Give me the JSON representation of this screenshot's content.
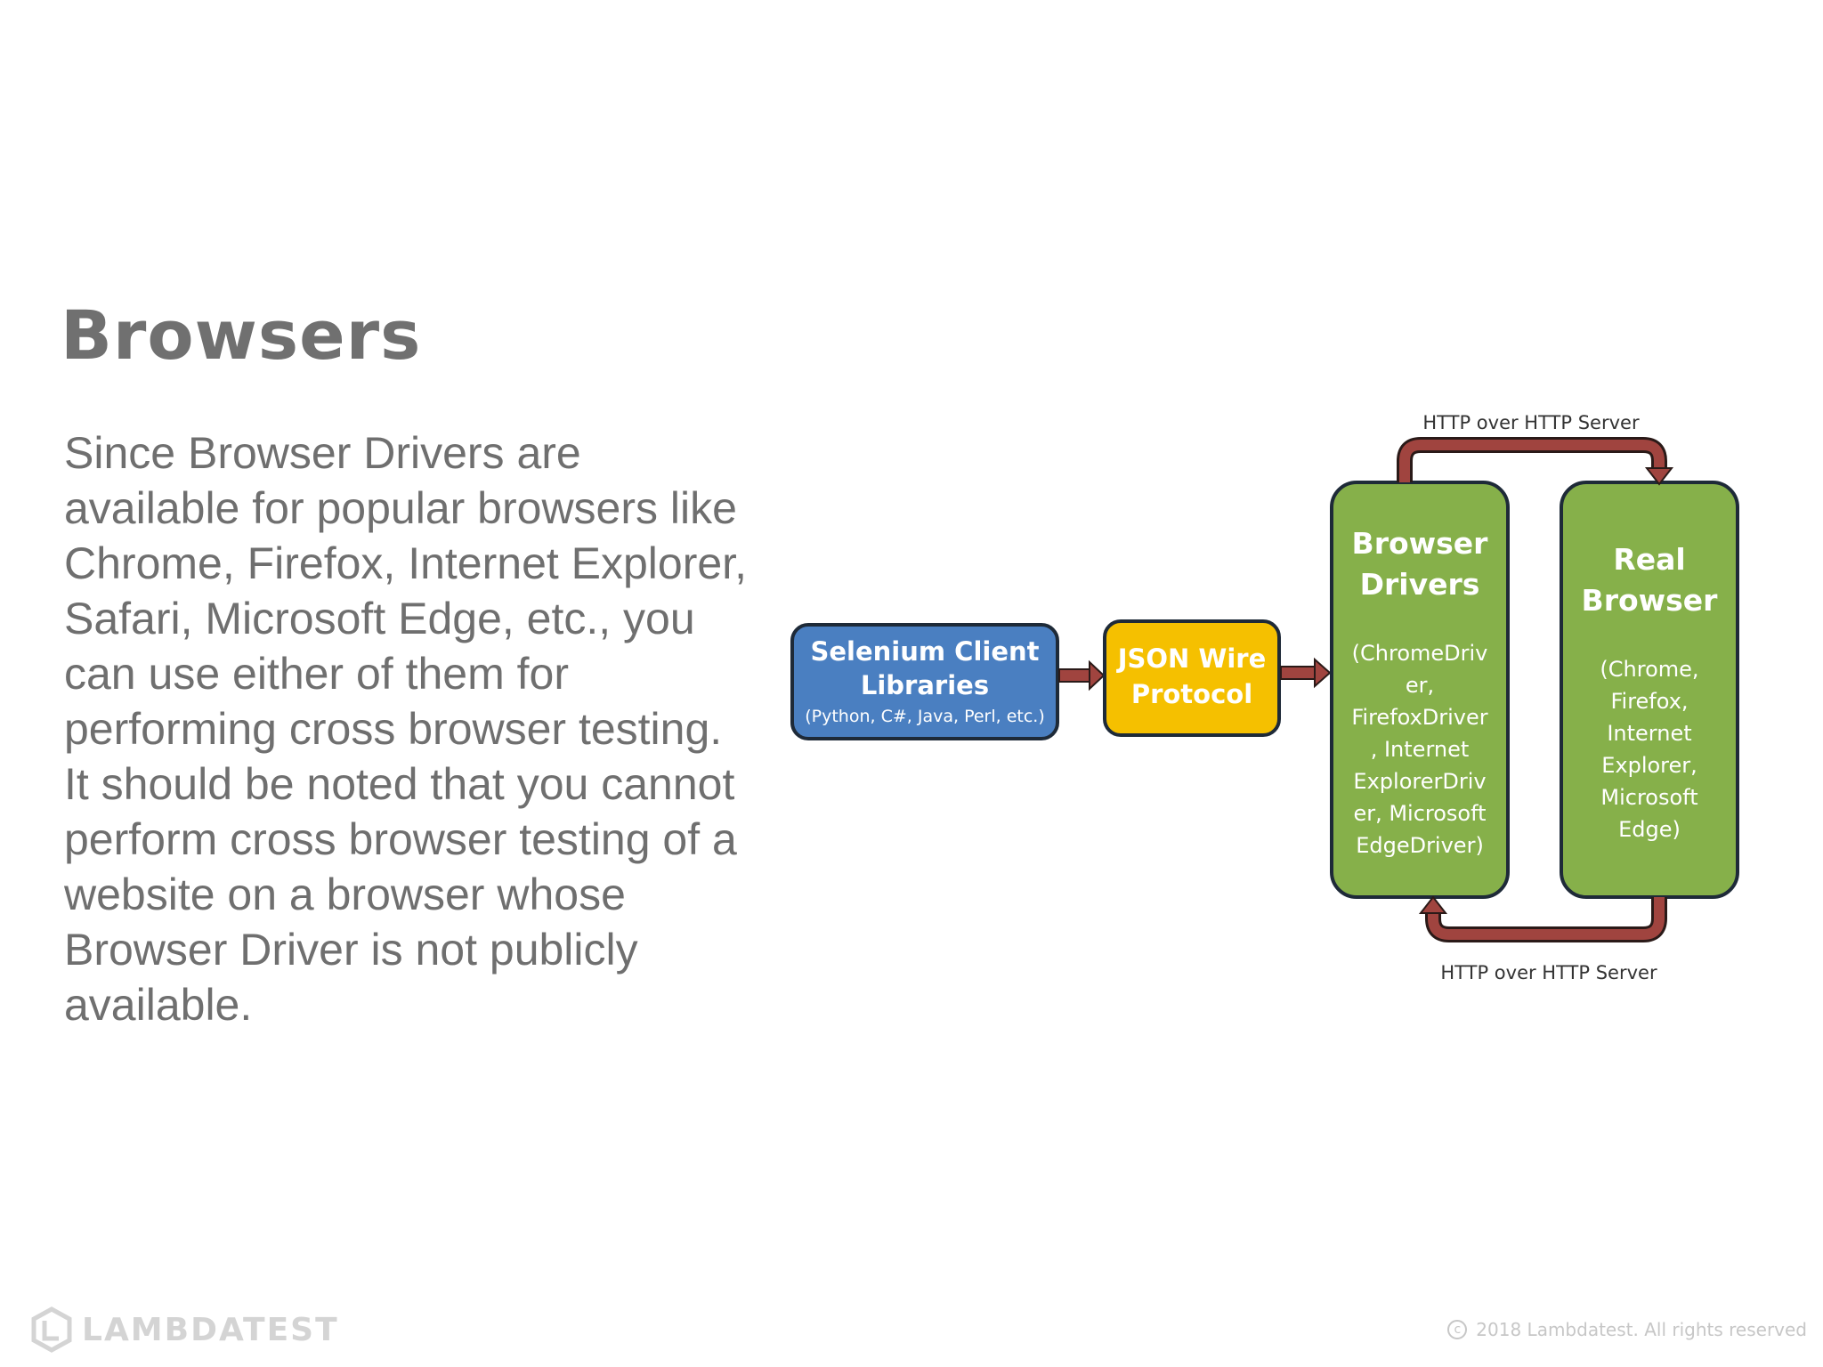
{
  "slide": {
    "title": "Browsers",
    "body": "Since Browser Drivers are available for popular browsers like Chrome, Firefox, Internet Explorer, Safari, Microsoft Edge, etc., you can use either of them for performing cross browser testing. It should be noted that you cannot perform cross browser testing of a website on a browser whose Browser Driver is not publicly available."
  },
  "diagram": {
    "client": {
      "line1": "Selenium Client",
      "line2": "Libraries",
      "sub": "(Python, C#, Java, Perl, etc.)",
      "color": "#4a7fc1"
    },
    "protocol": {
      "line1": "JSON Wire",
      "line2": "Protocol",
      "color": "#f5c000"
    },
    "drivers": {
      "line1": "Browser",
      "line2": "Drivers",
      "sub": [
        "(ChromeDriv",
        "er,",
        "FirefoxDriver",
        ", Internet",
        "ExplorerDriv",
        "er, Microsoft",
        "EdgeDriver)"
      ],
      "color": "#86b04a"
    },
    "browser": {
      "line1": "Real",
      "line2": "Browser",
      "sub": [
        "(Chrome,",
        "Firefox,",
        "Internet",
        "Explorer,",
        "Microsoft",
        "Edge)"
      ],
      "color": "#86b04a"
    },
    "http_top": "HTTP over HTTP Server",
    "http_bottom": "HTTP over HTTP Server",
    "arrow_color": "#a0443f"
  },
  "footer": {
    "logo_text": "LAMBDATEST",
    "copyright": "2018 Lambdatest. All rights reserved",
    "copyright_symbol": "c"
  }
}
